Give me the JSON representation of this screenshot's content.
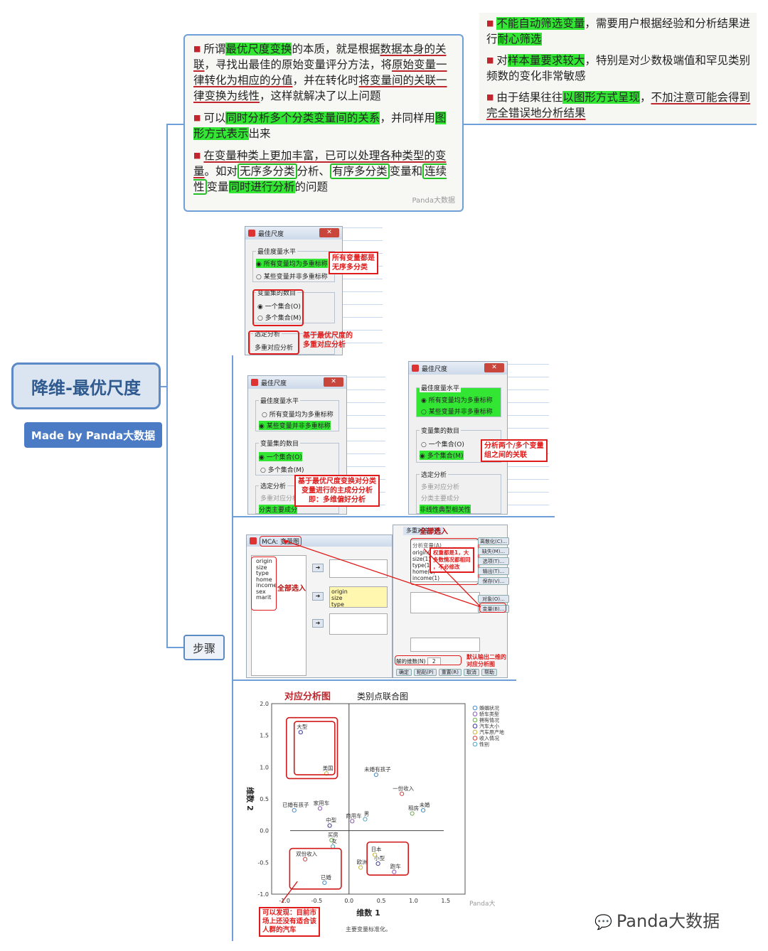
{
  "root": {
    "title": "降维-最优尺度",
    "badge": "Made by Panda大数据"
  },
  "step": {
    "label": "步骤"
  },
  "card_main": {
    "p1": {
      "a": "所谓",
      "b": "最优尺度变换",
      "c": "的本质，就是根据",
      "d": "数据本身的关联",
      "e": "，寻找出最佳的原始变量评分方法，将",
      "f": "原始变量一律转化为相应的分值",
      "g": "，并在转化时",
      "h": "将变量间的关联一律变换为线性",
      "i": "，这样就解决了以上问题"
    },
    "p2": {
      "a": "可以",
      "b": "同时分析多个分类变量间的关系",
      "c": "，并同样用",
      "d": "图形方式表示",
      "e": "出来"
    },
    "p3": {
      "a": "在变量种类上更加丰富，已可以处理各种类型的变量",
      "b": "。如对",
      "c": "无序多分类",
      "d": "分析、",
      "e": "有序多分类",
      "f": "变量和",
      "g": "连续性",
      "h": "变量",
      "i": "同时进行分析",
      "j": "的问题"
    },
    "watermark": "Panda大数据"
  },
  "card_right": {
    "p1": {
      "a": "不能自动筛选变量",
      "b": "，需要用户根据经验和分析结果进行",
      "c": "耐心筛选"
    },
    "p2": {
      "a": "对",
      "b": "样本量要求较大",
      "c": "，特别是对少数极端值和罕见类别频数的变化非常敏感"
    },
    "p3": {
      "a": "由于结果往往",
      "b": "以图形方式呈现",
      "c": "，",
      "d": "不加注意可能会得到完全错误地分析结果"
    }
  },
  "dialogs": {
    "title": "最佳尺度",
    "close": "✕",
    "level_group": "最佳度量水平",
    "opt_all": "所有变量均为多重标称",
    "opt_some": "某些变量并非多重标称",
    "set_group": "变量集的数目",
    "opt_one": "一个集合(O)",
    "opt_multi": "多个集合(M)",
    "analysis_group": "选定分析",
    "mca": "多重对应分析",
    "catpca": "分类主要成分",
    "nonlin": "非线性典型相关性",
    "a1_note": "所有变量都是\n无序多分类",
    "a1_note2": "基于最优尺度的\n多重对应分析",
    "a2_note": "基于最优尺度变换对分类\n变量进行的主成分分析\n即：多维偏好分析",
    "a3_note": "分析两个/多个变量\n组之间的关联"
  },
  "mca_dialog": {
    "title": "MCA: 变量图",
    "sub_title": "多重对应分析",
    "vars": [
      "origin",
      "size",
      "type",
      "home",
      "income",
      "sex",
      "marit"
    ],
    "all_in": "全部选入",
    "all_in2": "全部选入",
    "anal_label": "分析变量(A)",
    "anal_vars": [
      "origin(1)",
      "size(1)",
      "type(1)",
      "home(1)",
      "income(1)"
    ],
    "weight_note": "权重都是1，大\n多数情况都相同\n，不必修改",
    "dim_label": "解的维数(N)",
    "dim_value": "2",
    "dim_note": "默认输出二维的\n对应分析图",
    "btns": [
      "离散化(C)...",
      "缺失(M)...",
      "选项(T)...",
      "输出(T)...",
      "保存(V)...",
      "对象(O)...",
      "变量(B)..."
    ],
    "bottom_btns": [
      "确定",
      "粘贴(P)",
      "重置(R)",
      "取消",
      "帮助"
    ]
  },
  "chart_data": {
    "type": "scatter",
    "title": "类别点联合图",
    "annotation_title": "对应分析图",
    "xlabel": "维数 1",
    "ylabel": "维数 2",
    "footnote": "主要变量标准化。",
    "xlim": [
      -1.2,
      1.8
    ],
    "ylim": [
      -1.0,
      2.0
    ],
    "xticks": [
      -1.0,
      -0.5,
      0.0,
      0.5,
      1.0,
      1.5
    ],
    "yticks": [
      -1.0,
      -0.5,
      0.0,
      0.5,
      1.0,
      1.5,
      2.0
    ],
    "legend": [
      "婚姻状况",
      "轿车类型",
      "拥有情况",
      "汽车大小",
      "汽车原产地",
      "收入情况",
      "性别"
    ],
    "legend_colors": [
      "#4a8ac4",
      "#8a5ab4",
      "#6ab04c",
      "#3a3a9a",
      "#c8b440",
      "#d04040",
      "#4aa8c8"
    ],
    "points": [
      {
        "label": "大型",
        "x": -0.75,
        "y": 1.55,
        "color": "#3a3a9a"
      },
      {
        "label": "美国",
        "x": -0.35,
        "y": 0.9,
        "color": "#c8b440"
      },
      {
        "label": "未婚有孩子",
        "x": 0.42,
        "y": 0.88,
        "color": "#4a8ac4"
      },
      {
        "label": "一份收入",
        "x": 0.82,
        "y": 0.58,
        "color": "#d04040"
      },
      {
        "label": "已婚有孩子",
        "x": -0.85,
        "y": 0.32,
        "color": "#4a8ac4"
      },
      {
        "label": "家用车",
        "x": -0.45,
        "y": 0.35,
        "color": "#8a5ab4"
      },
      {
        "label": "未婚",
        "x": 1.15,
        "y": 0.32,
        "color": "#4a8ac4"
      },
      {
        "label": "租房",
        "x": 0.98,
        "y": 0.27,
        "color": "#6ab04c"
      },
      {
        "label": "男",
        "x": 0.25,
        "y": 0.18,
        "color": "#4aa8c8"
      },
      {
        "label": "中型",
        "x": -0.3,
        "y": 0.08,
        "color": "#3a3a9a"
      },
      {
        "label": "商用车",
        "x": 0.05,
        "y": 0.15,
        "color": "#8a5ab4"
      },
      {
        "label": "买房",
        "x": -0.27,
        "y": -0.15,
        "color": "#6ab04c"
      },
      {
        "label": "女",
        "x": -0.25,
        "y": -0.25,
        "color": "#4aa8c8"
      },
      {
        "label": "双份收入",
        "x": -0.68,
        "y": -0.45,
        "color": "#d04040"
      },
      {
        "label": "日本",
        "x": 0.4,
        "y": -0.38,
        "color": "#c8b440"
      },
      {
        "label": "小型",
        "x": 0.45,
        "y": -0.52,
        "color": "#3a3a9a"
      },
      {
        "label": "欧洲",
        "x": 0.18,
        "y": -0.58,
        "color": "#c8b440"
      },
      {
        "label": "跑车",
        "x": 0.7,
        "y": -0.65,
        "color": "#8a5ab4"
      },
      {
        "label": "已婚",
        "x": -0.38,
        "y": -0.82,
        "color": "#4a8ac4"
      }
    ],
    "red_note": "可以发现：目前市\n场上还没有适合该\n人群的汽车",
    "watermark": "Panda大"
  },
  "footer": {
    "watermark": "Panda大数据"
  }
}
